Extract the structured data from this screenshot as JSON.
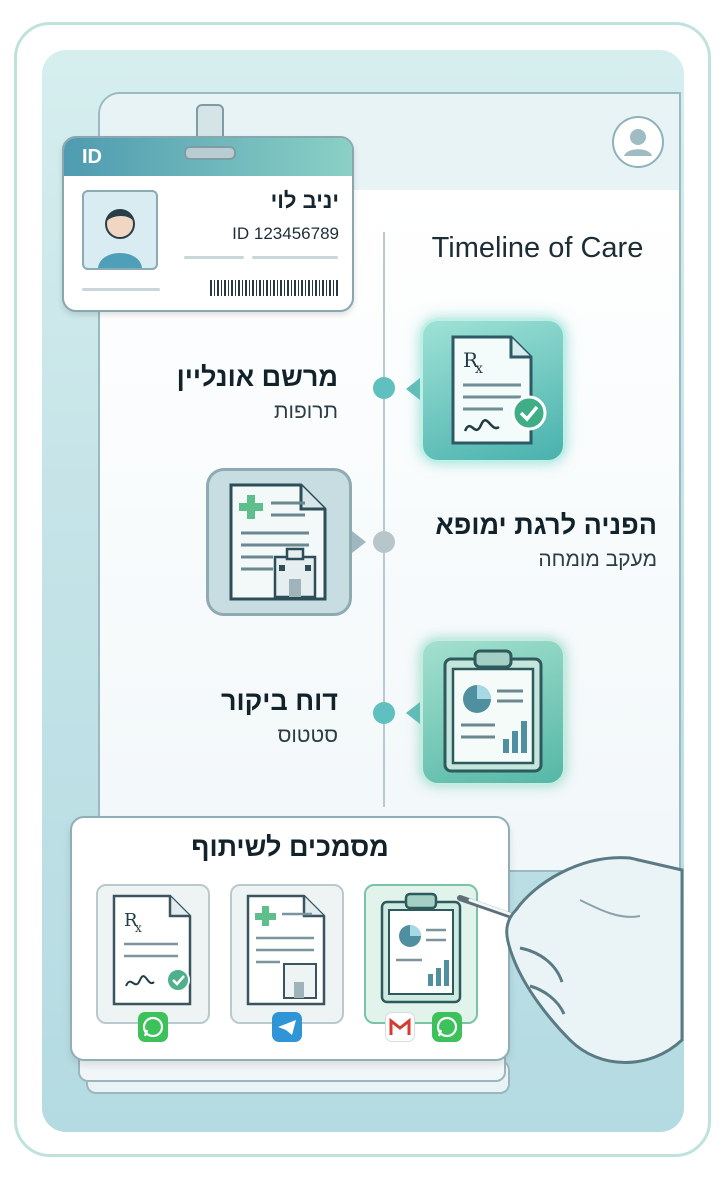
{
  "id_card": {
    "header_label": "ID",
    "name": "יניב לוי",
    "id_number": "ID 123456789"
  },
  "timeline": {
    "title": "Timeline of Care",
    "items": [
      {
        "title": "מרשם אונליין",
        "subtitle": "תרופות",
        "document_icon": "prescription-document-icon",
        "highlighted": true
      },
      {
        "title": "הפניה לרגת ימופא",
        "subtitle": "מעקב מומחה",
        "document_icon": "hospital-referral-document-icon",
        "highlighted": false
      },
      {
        "title": "דוח ביקור",
        "subtitle": "סטטוס",
        "document_icon": "clipboard-report-icon",
        "highlighted": true
      }
    ]
  },
  "share": {
    "title": "מסמכים לשיתוף",
    "documents": [
      {
        "icon": "prescription-document-icon",
        "apps": [
          "whatsapp-icon"
        ]
      },
      {
        "icon": "hospital-referral-document-icon",
        "apps": [
          "telegram-icon"
        ]
      },
      {
        "icon": "clipboard-report-icon",
        "apps": [
          "gmail-icon",
          "whatsapp-icon"
        ],
        "selected": true
      }
    ]
  },
  "colors": {
    "accent_teal": "#4fb3ae",
    "whatsapp_green": "#3cc15b",
    "telegram_blue": "#2f95d6",
    "gmail_red": "#d63b2f"
  }
}
